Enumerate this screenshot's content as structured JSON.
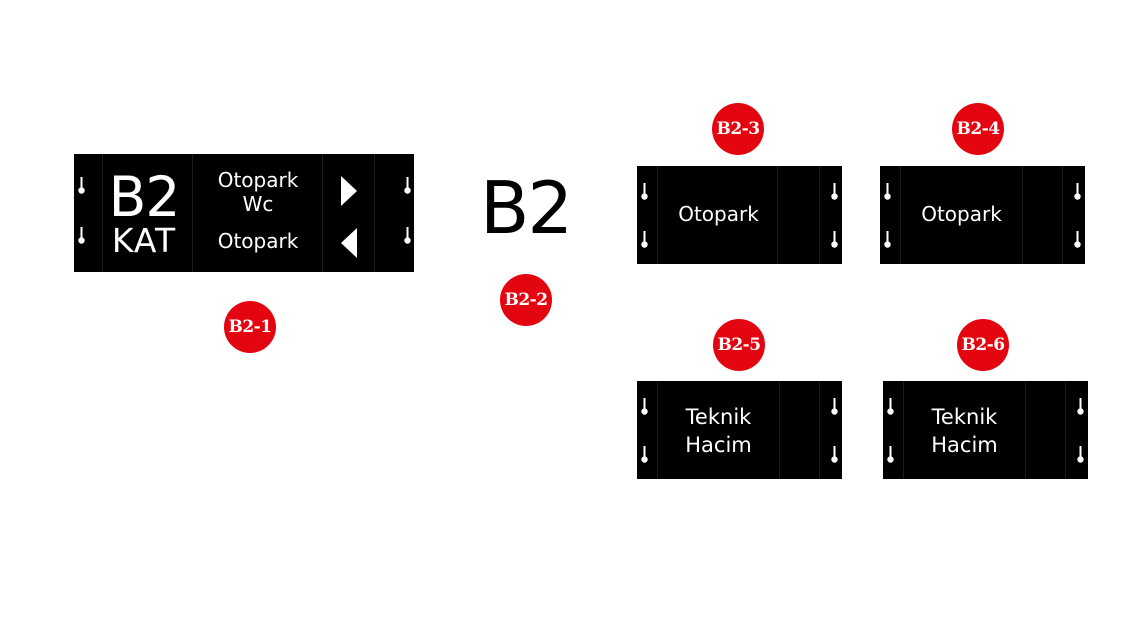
{
  "badges": {
    "b2_1": "B2-1",
    "b2_2": "B2-2",
    "b2_3": "B2-3",
    "b2_4": "B2-4",
    "b2_5": "B2-5",
    "b2_6": "B2-6"
  },
  "sign1": {
    "level": "B2",
    "floor_word": "KAT",
    "right_line1": "Otopark",
    "right_line2": "Wc",
    "left_line": "Otopark"
  },
  "sign2": {
    "level": "B2"
  },
  "sign3": {
    "text": "Otopark"
  },
  "sign4": {
    "text": "Otopark"
  },
  "sign5": {
    "line1": "Teknik",
    "line2": "Hacim"
  },
  "sign6": {
    "line1": "Teknik",
    "line2": "Hacim"
  },
  "colors": {
    "badge": "#e3050f",
    "sign": "#000000",
    "sign_text": "#ffffff"
  },
  "icons": {
    "arrow_right": "triangle-right-icon",
    "arrow_left": "triangle-left-icon",
    "mount": "keyhole-icon"
  }
}
